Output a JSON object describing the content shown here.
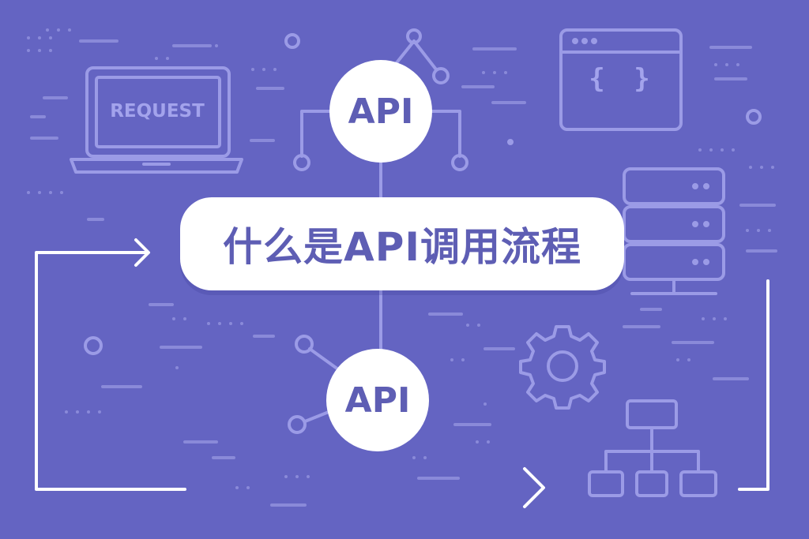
{
  "title": "什么是API调用流程",
  "api_top_label": "API",
  "api_bottom_label": "API",
  "laptop_label": "REQUEST",
  "code_window_label": "{ }",
  "colors": {
    "background": "#6464c2",
    "line": "#9b9be6",
    "white": "#ffffff",
    "text_accent": "#5e5eb4"
  },
  "icons": [
    "laptop-icon",
    "browser-code-window-icon",
    "server-rack-icon",
    "gear-icon",
    "hierarchy-chart-icon",
    "arrow-right-icon",
    "node-connector-icon"
  ]
}
